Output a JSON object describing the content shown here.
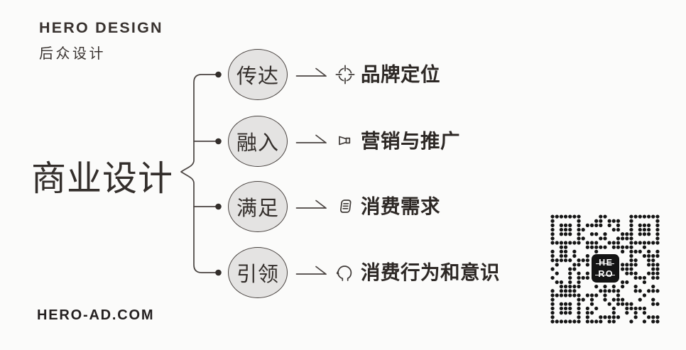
{
  "brand": {
    "name_en": "HERO DESIGN",
    "name_zh": "后众设计",
    "website": "HERO-AD.COM"
  },
  "diagram": {
    "root_title": "商业设计",
    "rows": [
      {
        "node": "传达",
        "icon": "target-icon",
        "label": "品牌定位"
      },
      {
        "node": "融入",
        "icon": "megaphone-icon",
        "label": "营销与推广"
      },
      {
        "node": "满足",
        "icon": "document-icon",
        "label": "消费需求"
      },
      {
        "node": "引领",
        "icon": "head-icon",
        "label": "消费行为和意识"
      }
    ]
  },
  "qr_badge": {
    "line1": "HE",
    "line2": "RO"
  },
  "colors": {
    "background": "#fbfbfa",
    "ink": "#38322f",
    "line": "#4a4441",
    "circle_fill": "#e4e3e2",
    "circle_stroke": "#48423f",
    "qr": "#141414"
  }
}
